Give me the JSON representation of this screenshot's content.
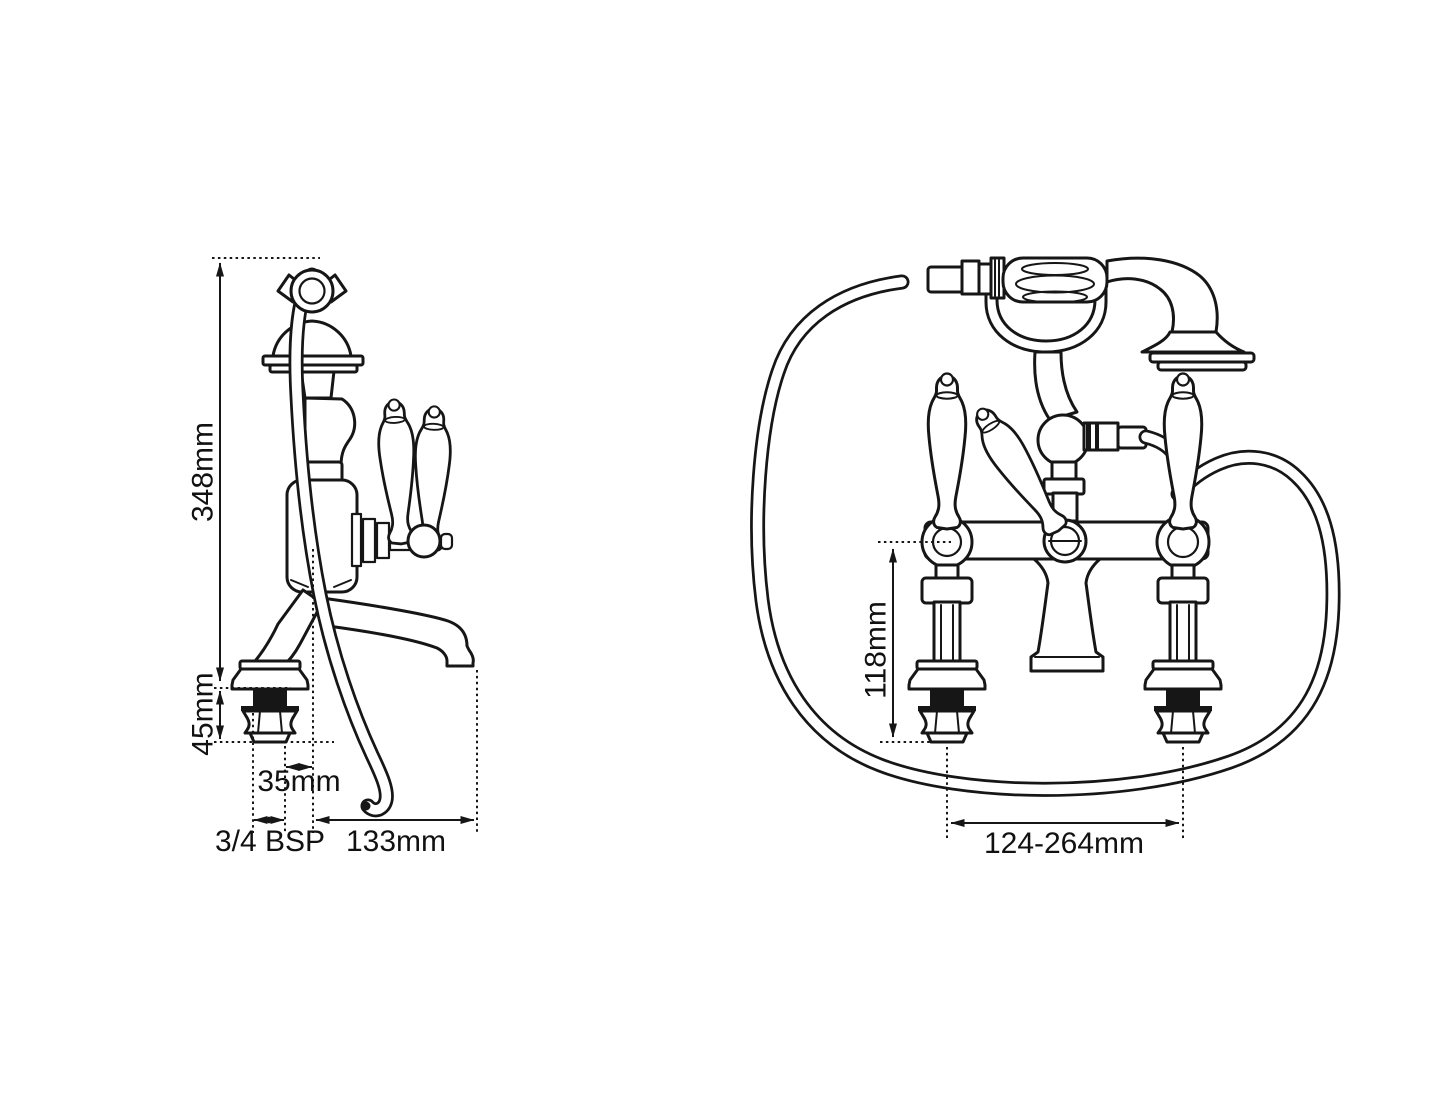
{
  "drawing": {
    "ink_color": "#161616",
    "paper_color": "#ffffff",
    "side_view": {
      "dims": {
        "overall_height": "348mm",
        "shank_height": "45mm",
        "spout_offset": "35mm",
        "thread": "3/4 BSP",
        "spout_reach": "133mm"
      }
    },
    "front_view": {
      "dims": {
        "center_to_base": "118mm",
        "tap_centers": "124-264mm"
      }
    }
  }
}
